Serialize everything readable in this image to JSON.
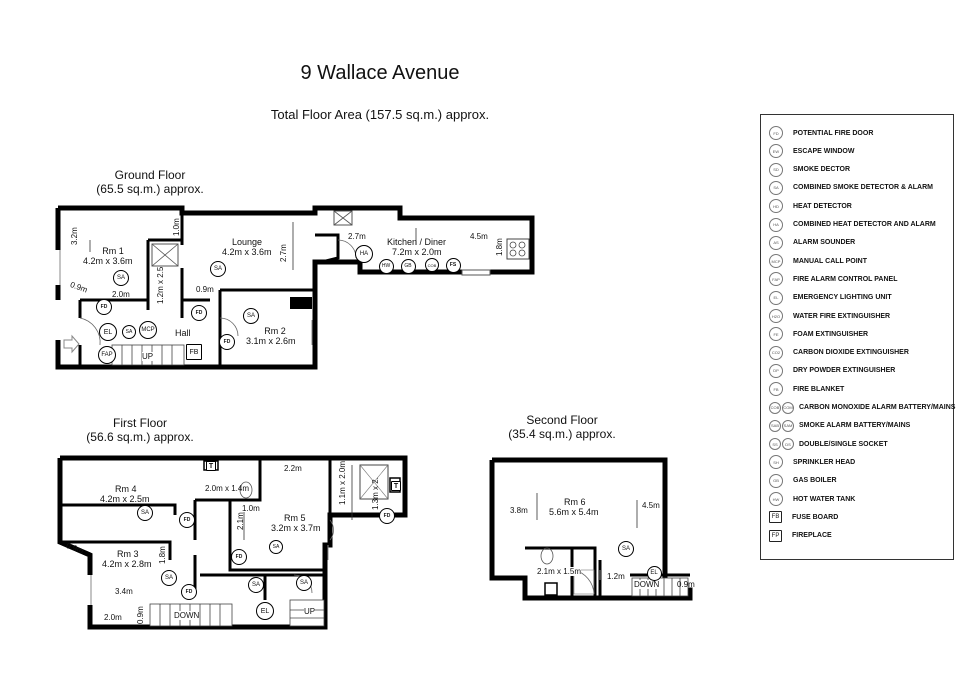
{
  "header": {
    "title": "9 Wallace Avenue",
    "total_area": "Total Floor Area (157.5 sq.m.) approx."
  },
  "floors": {
    "ground": {
      "name": "Ground Floor",
      "area": "(65.5 sq.m.) approx."
    },
    "first": {
      "name": "First Floor",
      "area": "(56.6 sq.m.) approx."
    },
    "second": {
      "name": "Second Floor",
      "area": "(35.4 sq.m.) approx."
    }
  },
  "rooms": {
    "g_rm1": {
      "name": "Rm 1",
      "size": "4.2m x 3.6m"
    },
    "g_lounge": {
      "name": "Lounge",
      "size": "4.2m x 3.6m"
    },
    "g_kitchen": {
      "name": "Kitchen / Diner",
      "size": "7.2m x 2.0m"
    },
    "g_rm2": {
      "name": "Rm 2",
      "size": "3.1m x 2.6m"
    },
    "g_hall": {
      "name": "Hall"
    },
    "f_rm4": {
      "name": "Rm 4",
      "size": "4.2m x 2.5m"
    },
    "f_rm3": {
      "name": "Rm 3",
      "size": "4.2m x 2.8m"
    },
    "f_rm5": {
      "name": "Rm 5",
      "size": "3.2m x 3.7m"
    },
    "s_rm6": {
      "name": "Rm 6",
      "size": "5.6m x 5.4m"
    }
  },
  "dimensions": {
    "g_3_2": "3.2m",
    "g_1_0": "1.0m",
    "g_2_7a": "2.7m",
    "g_2_7b": "2.7m",
    "g_4_5": "4.5m",
    "g_1_8": "1.8m",
    "g_1_2x2_5": "1.2m x 2.5",
    "g_0_9a": "0.9m",
    "g_2_0": "2.0m",
    "g_0_9b": "0.9m",
    "f_2_2": "2.2m",
    "f_2_0x1_4": "2.0m x 1.4m",
    "f_1_1x2_0": "1.1m x 2.0m",
    "f_1_3x2": "1.3m x 2.",
    "f_1_0": "1.0m",
    "f_2_1": "2.1m",
    "f_0_9a": "0.9m",
    "f_1_8": "1.8m",
    "f_3_4": "3.4m",
    "f_0_9b": "0.9m",
    "f_2_0": "2.0m",
    "s_3_8": "3.8m",
    "s_4_5": "4.5m",
    "s_2_1x1_5": "2.1m x 1.5m",
    "s_1_2": "1.2m",
    "s_0_9": "0.9m"
  },
  "symbols": {
    "SA": "SA",
    "FD": "FD",
    "EL": "EL",
    "MCP": "MCP",
    "FAP": "FAP",
    "HA": "HA",
    "HW": "HW",
    "GB": "GB",
    "CO": "COB",
    "FS": "FS",
    "FB": "FB",
    "T": "T"
  },
  "stairs": {
    "up": "UP",
    "down": "DOWN"
  },
  "legend": [
    {
      "code": "FD",
      "label": "POTENTIAL FIRE DOOR"
    },
    {
      "code": "EW",
      "label": "ESCAPE WINDOW"
    },
    {
      "code": "SD",
      "label": "SMOKE DECTOR"
    },
    {
      "code": "SA",
      "label": "COMBINED SMOKE DETECTOR & ALARM"
    },
    {
      "code": "HD",
      "label": "HEAT DETECTOR"
    },
    {
      "code": "HA",
      "label": "COMBINED HEAT DETECTOR AND ALARM"
    },
    {
      "code": "AS",
      "label": "ALARM SOUNDER"
    },
    {
      "code": "MCP",
      "label": "MANUAL CALL POINT"
    },
    {
      "code": "FAP",
      "label": "FIRE ALARM CONTROL PANEL"
    },
    {
      "code": "EL",
      "label": "EMERGENCY LIGHTING UNIT"
    },
    {
      "code": "H2O",
      "label": "WATER FIRE EXTINGUISHER"
    },
    {
      "code": "FE",
      "label": "FOAM EXTINGUISHER"
    },
    {
      "code": "CO2",
      "label": "CARBON DIOXIDE EXTINGUISHER"
    },
    {
      "code": "DP",
      "label": "DRY POWDER EXTINGUISHER"
    },
    {
      "code": "FB",
      "label": "FIRE BLANKET"
    },
    {
      "code": "COB",
      "code2": "COM",
      "label": "CARBON MONOXIDE ALARM BATTERY/MAINS"
    },
    {
      "code": "SAB",
      "code2": "SAM",
      "label": "SMOKE ALARM BATTERY/MAINS"
    },
    {
      "code": "SS",
      "code2": "DS",
      "label": "DOUBLE/SINGLE SOCKET"
    },
    {
      "code": "SH",
      "label": "SPRINKLER HEAD"
    },
    {
      "code": "GB",
      "label": "GAS BOILER"
    },
    {
      "code": "HW",
      "label": "HOT WATER TANK"
    },
    {
      "code": "FB",
      "label": "FUSE BOARD",
      "square": true
    },
    {
      "code": "FP",
      "label": "FIREPLACE",
      "square": true
    }
  ]
}
